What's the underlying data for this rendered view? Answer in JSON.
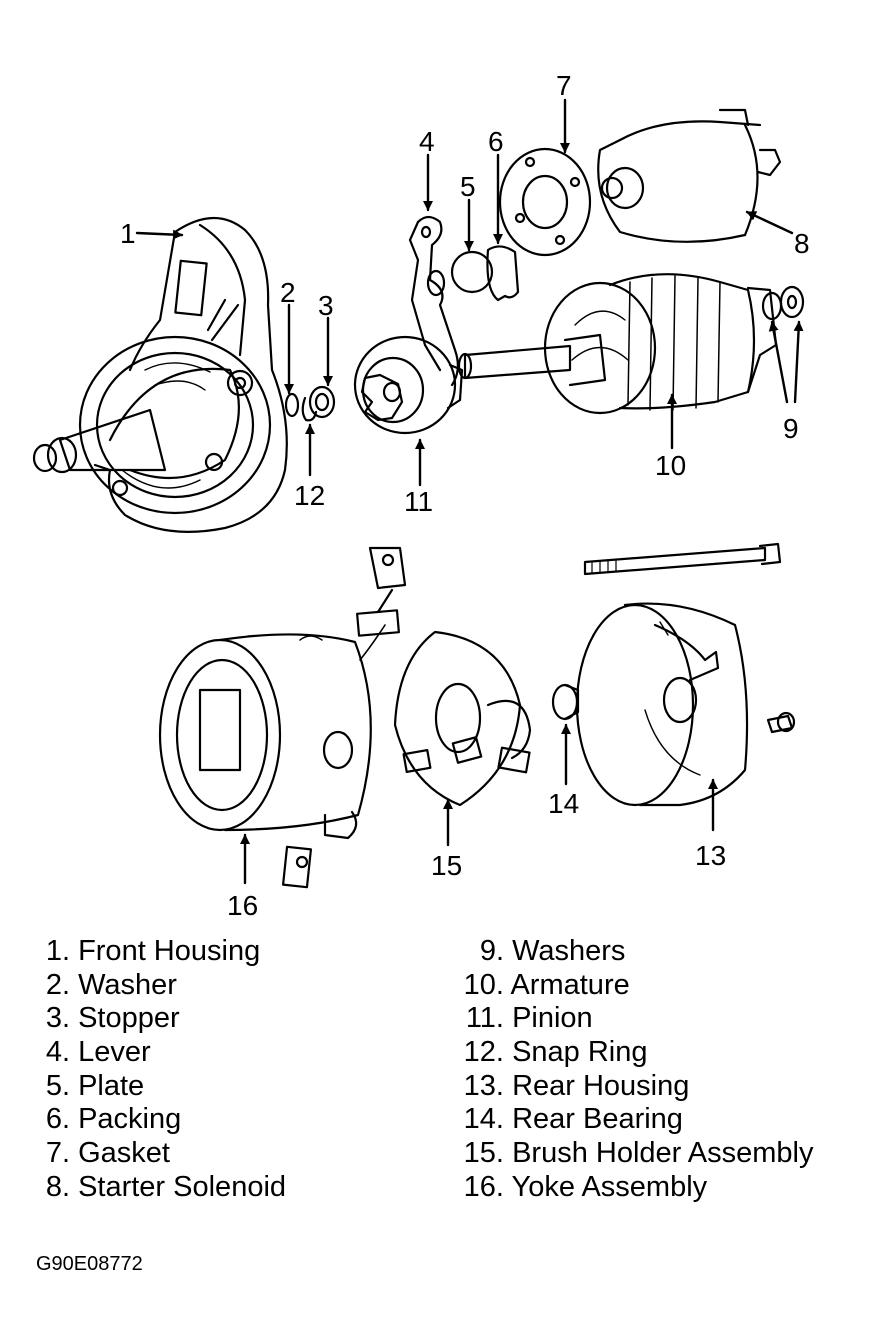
{
  "callouts": [
    "1",
    "2",
    "3",
    "4",
    "5",
    "6",
    "7",
    "8",
    "9",
    "10",
    "11",
    "12",
    "13",
    "14",
    "15",
    "16"
  ],
  "legend_left": [
    {
      "num": "1.",
      "name": "Front Housing"
    },
    {
      "num": "2.",
      "name": "Washer"
    },
    {
      "num": "3.",
      "name": "Stopper"
    },
    {
      "num": "4.",
      "name": "Lever"
    },
    {
      "num": "5.",
      "name": "Plate"
    },
    {
      "num": "6.",
      "name": "Packing"
    },
    {
      "num": "7.",
      "name": "Gasket"
    },
    {
      "num": "8.",
      "name": "Starter Solenoid"
    }
  ],
  "legend_right": [
    {
      "num": "9.",
      "name": "Washers"
    },
    {
      "num": "10.",
      "name": "Armature"
    },
    {
      "num": "11.",
      "name": "Pinion"
    },
    {
      "num": "12.",
      "name": "Snap Ring"
    },
    {
      "num": "13.",
      "name": "Rear Housing"
    },
    {
      "num": "14.",
      "name": "Rear Bearing"
    },
    {
      "num": "15.",
      "name": "Brush Holder Assembly"
    },
    {
      "num": "16.",
      "name": "Yoke Assembly"
    }
  ],
  "figure_code": "G90E08772"
}
